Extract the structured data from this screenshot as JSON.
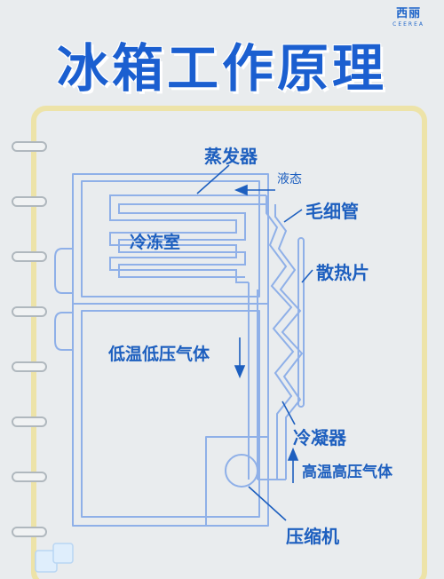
{
  "brand": {
    "name_cn": "西丽",
    "name_en": "CEEREA"
  },
  "title": "冰箱工作原理",
  "labels": {
    "evaporator": "蒸发器",
    "liquid": "液态",
    "capillary": "毛细管",
    "freezer": "冷冻室",
    "fins": "散热片",
    "low_temp_gas": "低温低压气体",
    "condenser": "冷凝器",
    "high_temp_gas": "高温高压气体",
    "compressor": "压缩机"
  },
  "colors": {
    "background": "#e9ecee",
    "title": "#1b5fd0",
    "line": "#8fb0e8",
    "label": "#1d5fbf",
    "board_border": "#ede3a8",
    "arrow": "#1d5fbf"
  }
}
